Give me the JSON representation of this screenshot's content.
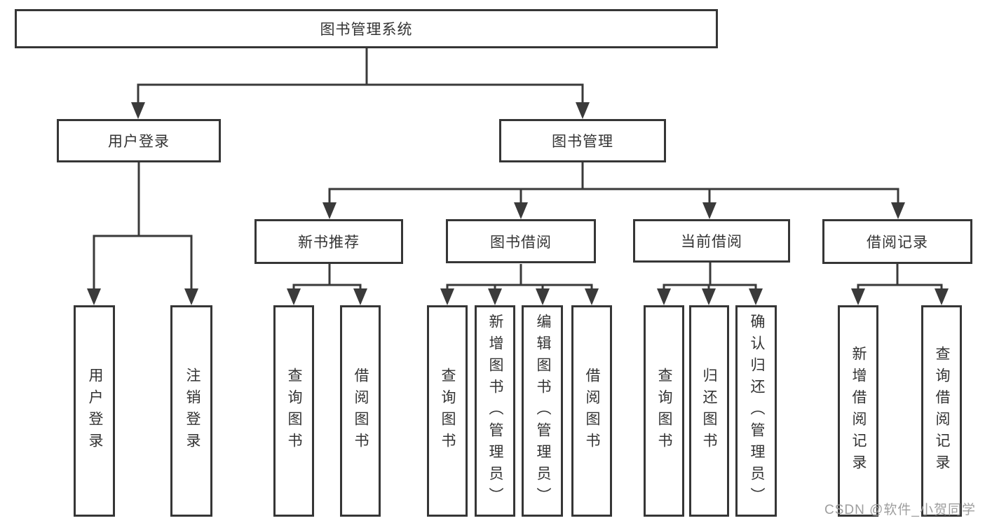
{
  "title": "图书管理系统",
  "branches": {
    "user_login": {
      "label": "用户登录",
      "children": {
        "login": "用户登录",
        "logout": "注销登录"
      }
    },
    "book_management": {
      "label": "图书管理",
      "sections": {
        "new_book_recommend": {
          "label": "新书推荐",
          "children": {
            "query_books": "查询图书",
            "borrow_books": "借阅图书"
          }
        },
        "book_borrowing": {
          "label": "图书借阅",
          "children": {
            "query_books": "查询图书",
            "add_books_admin": "新增图书（管理员）",
            "edit_books_admin": "编辑图书（管理员）",
            "borrow_books": "借阅图书"
          }
        },
        "current_borrowing": {
          "label": "当前借阅",
          "children": {
            "query_books": "查询图书",
            "return_books": "归还图书",
            "confirm_return_admin": "确认归还（管理员）"
          }
        },
        "borrowing_records": {
          "label": "借阅记录",
          "children": {
            "add_record": "新增借阅记录",
            "query_record": "查询借阅记录"
          }
        }
      }
    }
  },
  "watermark": "CSDN @软件_小贺同学",
  "colors": {
    "line": "#3a3a3a",
    "border": "#363636",
    "text": "#333333",
    "watermark": "#9e9e9e",
    "background": "#ffffff"
  }
}
